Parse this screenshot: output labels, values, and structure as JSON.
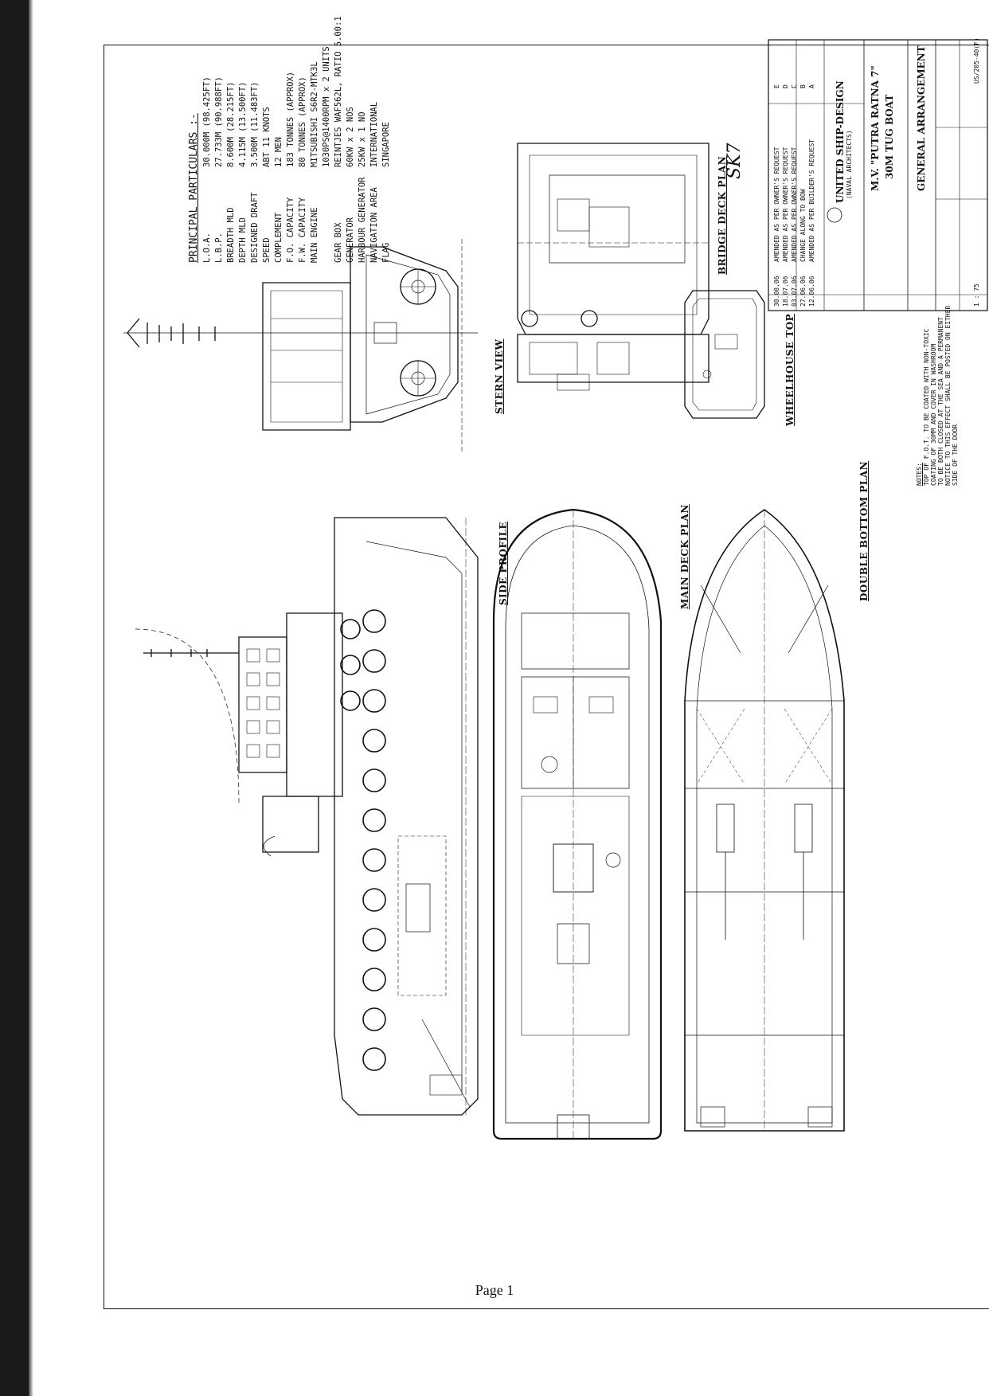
{
  "page_number": "Page 1",
  "handwritten_note": "SK7",
  "principal_particulars": {
    "heading": "PRINCIPAL PARTICULARS :-",
    "rows": [
      {
        "key": "L.O.A.",
        "value": "30.000M (98.425FT)"
      },
      {
        "key": "L.B.P.",
        "value": "27.733M (90.988FT)"
      },
      {
        "key": "BREADTH MLD",
        "value": "8.600M (28.215FT)"
      },
      {
        "key": "DEPTH MLD",
        "value": "4.115M (13.500FT)"
      },
      {
        "key": "DESIGNED DRAFT",
        "value": "3.500M (11.483FT)"
      },
      {
        "key": "SPEED",
        "value": "ABT 11 KNOTS"
      },
      {
        "key": "COMPLEMENT",
        "value": "12 MEN"
      },
      {
        "key": "F.O. CAPACITY",
        "value": "183 TONNES (APPROX)"
      },
      {
        "key": "F.W. CAPACITY",
        "value": "80 TONNES (APPROX)"
      },
      {
        "key": "MAIN ENGINE",
        "value": "MITSUBISHI S6R2-MTK3L"
      },
      {
        "key": "",
        "value": "1030PS@1400RPM x 2 UNITS"
      },
      {
        "key": "GEAR BOX",
        "value": "REINTJES WAF562L, RATIO 5.00:1"
      },
      {
        "key": "GENERATOR",
        "value": "60KW x 2 NOS"
      },
      {
        "key": "HARBOUR GENERATOR",
        "value": "25KW x 1 NO"
      },
      {
        "key": "NAVIGATION AREA",
        "value": "INTERNATIONAL"
      },
      {
        "key": "FLAG",
        "value": "SINGAPORE"
      }
    ]
  },
  "views": {
    "stern_view": "STERN VIEW",
    "bridge_deck_plan": "BRIDGE DECK PLAN",
    "wheelhouse_top": "WHEELHOUSE TOP",
    "side_profile": "SIDE PROFILE",
    "main_deck_plan": "MAIN DECK PLAN",
    "tank_top_plan": "DOUBLE BOTTOM PLAN"
  },
  "title_block": {
    "firm": "UNITED SHIP-DESIGN",
    "firm_sub": "(NAVAL ARCHITECTS)",
    "vessel": "M.V. \"PUTRA RATNA 7\"",
    "vessel_sub": "30M TUG BOAT",
    "drawing_title": "GENERAL ARRANGEMENT",
    "scale": "1 : 75",
    "drawing_no": "US/205-40(F)",
    "revisions": [
      {
        "date": "30.08.06",
        "text": "AMENDED AS PER OWNER'S REQUEST",
        "rev": "E"
      },
      {
        "date": "18.07.06",
        "text": "AMENDED AS PER OWNER'S REQUEST",
        "rev": "D"
      },
      {
        "date": "03.07.06",
        "text": "AMENDED AS PER OWNER'S REQUEST",
        "rev": "C"
      },
      {
        "date": "27.06.06",
        "text": "CHANGE ALONG TO BOW",
        "rev": "B"
      },
      {
        "date": "12.06.06",
        "text": "AMENDED AS PER BUILDER'S REQUEST",
        "rev": "A"
      }
    ],
    "notes_heading": "NOTES:",
    "notes": [
      "TOP OF F.O.T. TO BE COATED WITH NON-TOXIC COATING OF 30MM AND COVER IN WASHROOM",
      "TO BE BOTH CLOSED AT THE SEA AND A PERMANENT NOTICE TO THIS EFFECT SHALL BE POSTED ON EITHER SIDE OF THE DOOR"
    ]
  }
}
